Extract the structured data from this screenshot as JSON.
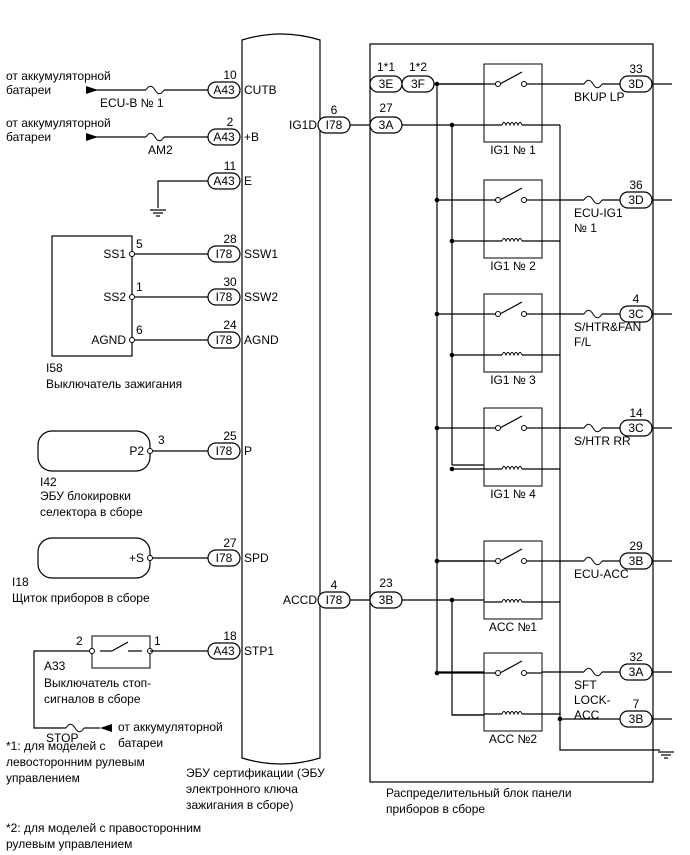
{
  "ecu": {
    "caption": [
      "ЭБУ сертификации (ЭБУ",
      "электронного ключа",
      "зажигания в сборе)"
    ],
    "left_pins": [
      {
        "num": "10",
        "conn": "A43",
        "name": "CUTB"
      },
      {
        "num": "2",
        "conn": "A43",
        "name": "+B"
      },
      {
        "num": "11",
        "conn": "A43",
        "name": "E"
      },
      {
        "num": "28",
        "conn": "I78",
        "name": "SSW1"
      },
      {
        "num": "30",
        "conn": "I78",
        "name": "SSW2"
      },
      {
        "num": "24",
        "conn": "I78",
        "name": "AGND"
      },
      {
        "num": "25",
        "conn": "I78",
        "name": "P"
      },
      {
        "num": "27",
        "conn": "I78",
        "name": "SPD"
      },
      {
        "num": "18",
        "conn": "A43",
        "name": "STP1"
      }
    ],
    "right_pins": [
      {
        "num": "6",
        "conn": "I78",
        "name": "IG1D"
      },
      {
        "num": "4",
        "conn": "I78",
        "name": "ACCD"
      }
    ]
  },
  "power": [
    {
      "label": [
        "от аккумуляторной",
        "батареи"
      ],
      "fuse": "ECU-B № 1"
    },
    {
      "label": [
        "от аккумуляторной",
        "батареи"
      ],
      "fuse": "AM2"
    }
  ],
  "ignition_switch": {
    "code": "I58",
    "name": "Выключатель зажигания",
    "pins": [
      {
        "name": "SS1",
        "num": "5"
      },
      {
        "name": "SS2",
        "num": "1"
      },
      {
        "name": "AGND",
        "num": "6"
      }
    ]
  },
  "shift_lock": {
    "code": "I42",
    "pin": "P2",
    "num": "3",
    "name": [
      "ЭБУ блокировки",
      "селектора в сборе"
    ]
  },
  "meter": {
    "code": "I18",
    "pin": "+S",
    "name": "Щиток приборов в сборе"
  },
  "stop_switch": {
    "code": "A33",
    "pin_left": "2",
    "pin_right": "1",
    "name": [
      "Выключатель стоп-",
      "сигналов в сборе"
    ],
    "fuse": "STOP",
    "source": [
      "от аккумуляторной",
      "батареи"
    ]
  },
  "junction_block": {
    "caption": [
      "Распределительный блок панели",
      "приборов в сборе"
    ],
    "inputs": [
      {
        "num": "1*1",
        "conn": "3E"
      },
      {
        "num": "1*2",
        "conn": "3F"
      },
      {
        "num": "27",
        "conn": "3A"
      },
      {
        "num": "23",
        "conn": "3B"
      }
    ],
    "relays": [
      "IG1 № 1",
      "IG1 № 2",
      "IG1 № 3",
      "IG1 № 4",
      "ACC №1",
      "ACC №2"
    ],
    "outputs": [
      {
        "num": "33",
        "conn": "3D",
        "fuse": [
          "BKUP LP"
        ]
      },
      {
        "num": "36",
        "conn": "3D",
        "fuse": [
          "ECU-IG1",
          "№ 1"
        ]
      },
      {
        "num": "4",
        "conn": "3C",
        "fuse": [
          "S/HTR&FAN",
          "F/L"
        ]
      },
      {
        "num": "14",
        "conn": "3C",
        "fuse": [
          "S/HTR RR"
        ]
      },
      {
        "num": "29",
        "conn": "3B",
        "fuse": [
          "ECU-ACC"
        ]
      },
      {
        "num": "32",
        "conn": "3A",
        "fuse": [
          "SFT",
          "LOCK-",
          "ACC"
        ]
      },
      {
        "num": "7",
        "conn": "3B",
        "fuse": []
      }
    ]
  },
  "notes": [
    [
      "*1: для моделей с",
      "левосторонним рулевым",
      "управлением"
    ],
    [
      "*2: для моделей с правосторонним",
      "рулевым управлением"
    ]
  ]
}
